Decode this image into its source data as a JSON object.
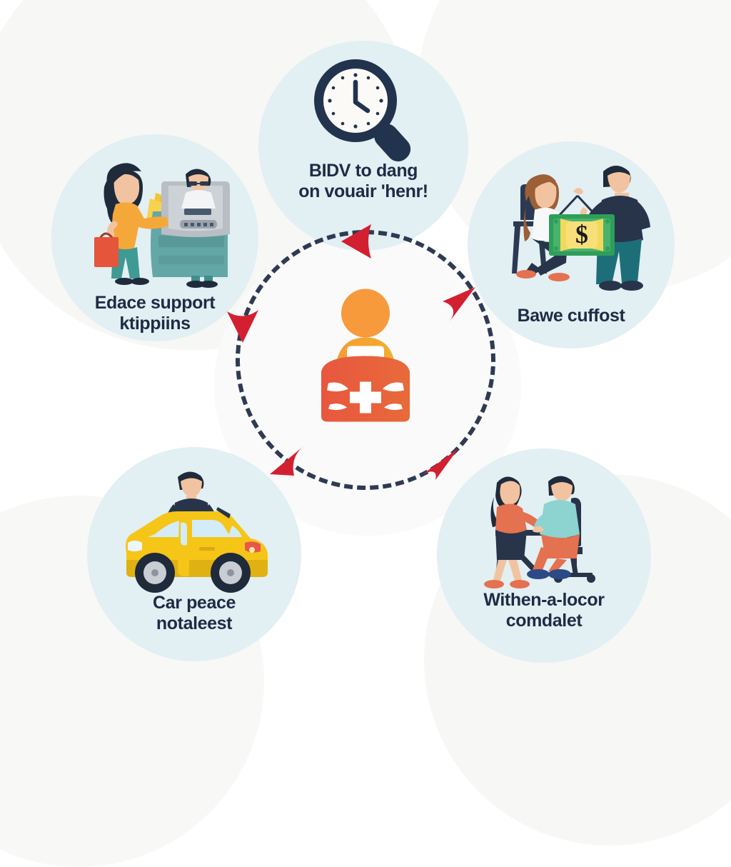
{
  "infographic": {
    "title_visible": false,
    "center": {
      "icon": "car-with-medical-cross-and-person-icon",
      "colors": {
        "head": "#F79A3C",
        "roof": "#F7A23A",
        "body": "#E8573F",
        "cross": "#FFFFFF"
      }
    },
    "ring": {
      "style": "dashed",
      "color": "#1e2b45"
    },
    "arrow_color": "#D32030",
    "node_fill": "#e2eff3",
    "label_color": "#1e2b45",
    "nodes": [
      {
        "id": "top",
        "label_line1": "BIDV to dang",
        "label_line2": "on vouair 'henr!",
        "icon": "magnifying-glass-with-clock-icon",
        "position": "top"
      },
      {
        "id": "left",
        "label_line1": "Edace support",
        "label_line2": "ktippiins",
        "icon": "woman-and-man-at-atm-kiosk-illustration",
        "position": "upper-left"
      },
      {
        "id": "right",
        "label_line1": "Bawe cuffost",
        "label_line2": "",
        "icon": "two-people-holding-dollar-banknote-illustration",
        "position": "upper-right"
      },
      {
        "id": "bottom-left",
        "label_line1": "Car peace",
        "label_line2": "notaleest",
        "icon": "yellow-car-with-man-illustration",
        "position": "lower-left"
      },
      {
        "id": "bottom-right",
        "label_line1": "Withen-a-locor",
        "label_line2": "comdalet",
        "icon": "woman-and-seated-man-handshake-at-desk-illustration",
        "position": "lower-right"
      }
    ],
    "arrows": [
      {
        "id": "arrow-top",
        "direction": "left"
      },
      {
        "id": "arrow-upper-right",
        "direction": "up-right"
      },
      {
        "id": "arrow-left",
        "direction": "down"
      },
      {
        "id": "arrow-lower-left",
        "direction": "down-left"
      },
      {
        "id": "arrow-lower-right",
        "direction": "down-right"
      }
    ]
  }
}
